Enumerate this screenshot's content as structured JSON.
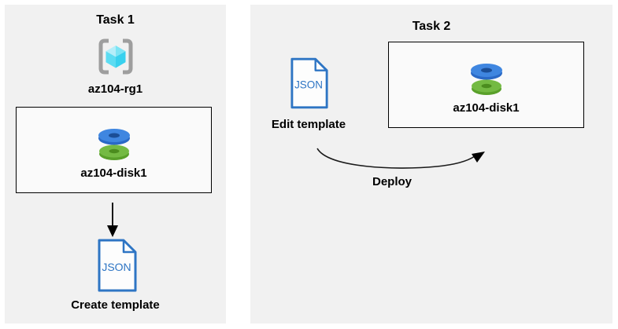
{
  "task1": {
    "title": "Task 1",
    "resource_group": {
      "label": "az104-rg1"
    },
    "disk": {
      "label": "az104-disk1"
    },
    "json_file": {
      "text": "JSON"
    },
    "caption": "Create template"
  },
  "task2": {
    "title": "Task 2",
    "disk": {
      "label": "az104-disk1"
    },
    "json_file": {
      "text": "JSON"
    },
    "edit_caption": "Edit template",
    "deploy_caption": "Deploy"
  },
  "colors": {
    "panel_bg": "#f1f1f1",
    "box_bg": "#fafafa",
    "box_border": "#000000",
    "disk_blue_top": "#3f86e0",
    "disk_blue_rim": "#2a69c6",
    "disk_blue_hole": "#1b4e96",
    "disk_green_top": "#74ba43",
    "disk_green_rim": "#59a02a",
    "disk_green_hole": "#4b8c1e",
    "json_blue": "#2e75c4",
    "bracket_gray": "#9e9e9e",
    "cube_cyan_light": "#b4eef9",
    "cube_cyan_mid": "#7ce4f4",
    "cube_cyan_dark": "#38d1ee",
    "arrow_black": "#000000"
  }
}
